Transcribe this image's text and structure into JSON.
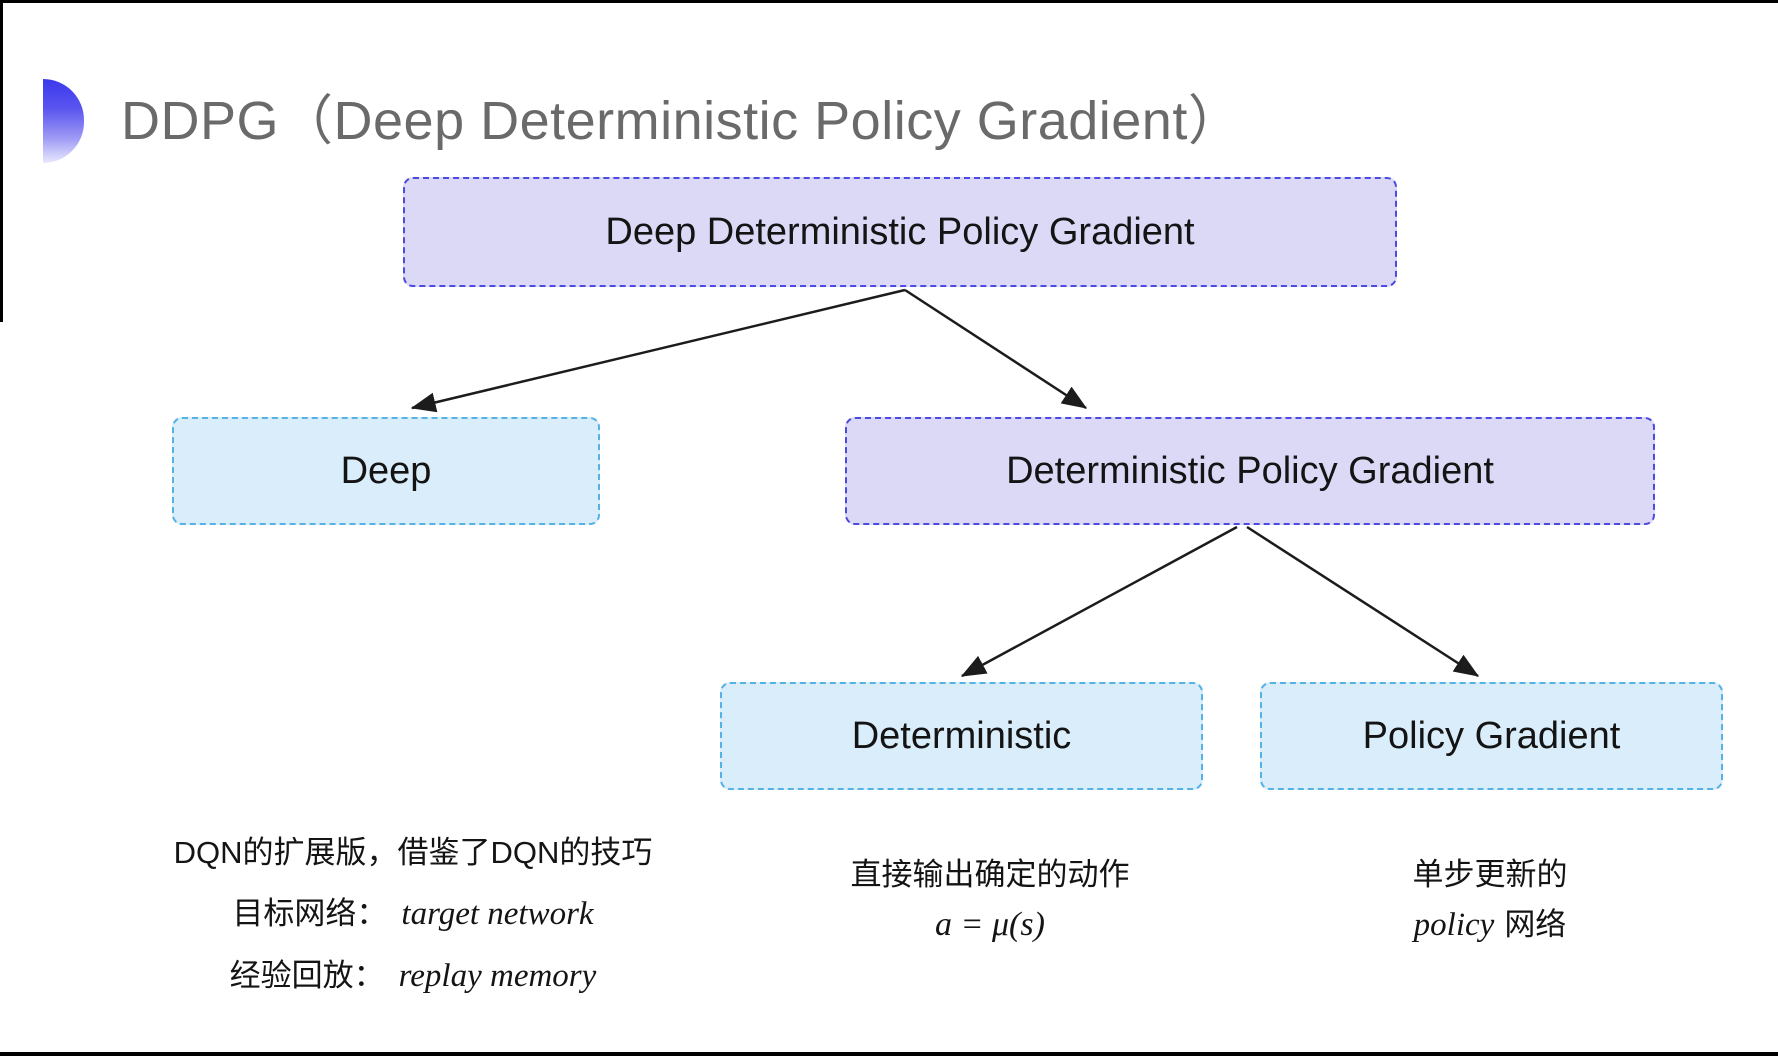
{
  "header": {
    "title": "DDPG（Deep Deterministic Policy Gradient）",
    "title_color": "#6a6a6a",
    "bullet_gradient_top": "#3b38ec",
    "bullet_gradient_bottom": "#e9e9fd"
  },
  "diagram": {
    "type": "tree",
    "nodes": [
      {
        "id": "root",
        "label": "Deep Deterministic Policy Gradient",
        "variant": "purple"
      },
      {
        "id": "deep",
        "label": "Deep",
        "variant": "cyan"
      },
      {
        "id": "dpg",
        "label": "Deterministic Policy Gradient",
        "variant": "purple"
      },
      {
        "id": "deterministic",
        "label": "Deterministic",
        "variant": "cyan"
      },
      {
        "id": "policy_gradient",
        "label": "Policy Gradient",
        "variant": "cyan"
      }
    ],
    "edges": [
      {
        "from": "root",
        "to": "deep"
      },
      {
        "from": "root",
        "to": "dpg"
      },
      {
        "from": "dpg",
        "to": "deterministic"
      },
      {
        "from": "dpg",
        "to": "policy_gradient"
      }
    ],
    "colors": {
      "purple_fill": "#dcd9f7",
      "purple_border": "#4b4be0",
      "cyan_fill": "#d9edfa",
      "cyan_border": "#54b2e4",
      "arrow": "#1c1c1c"
    }
  },
  "notes": {
    "deep": {
      "line1": "DQN的扩展版，借鉴了DQN的技巧",
      "line2_label": "目标网络：",
      "line2_term": "target network",
      "line3_label": "经验回放：",
      "line3_term": "replay memory"
    },
    "deterministic": {
      "line1": "直接输出确定的动作",
      "formula": "a = μ(s)"
    },
    "policy_gradient": {
      "line1": "单步更新的",
      "term": "policy",
      "suffix": "网络"
    }
  }
}
